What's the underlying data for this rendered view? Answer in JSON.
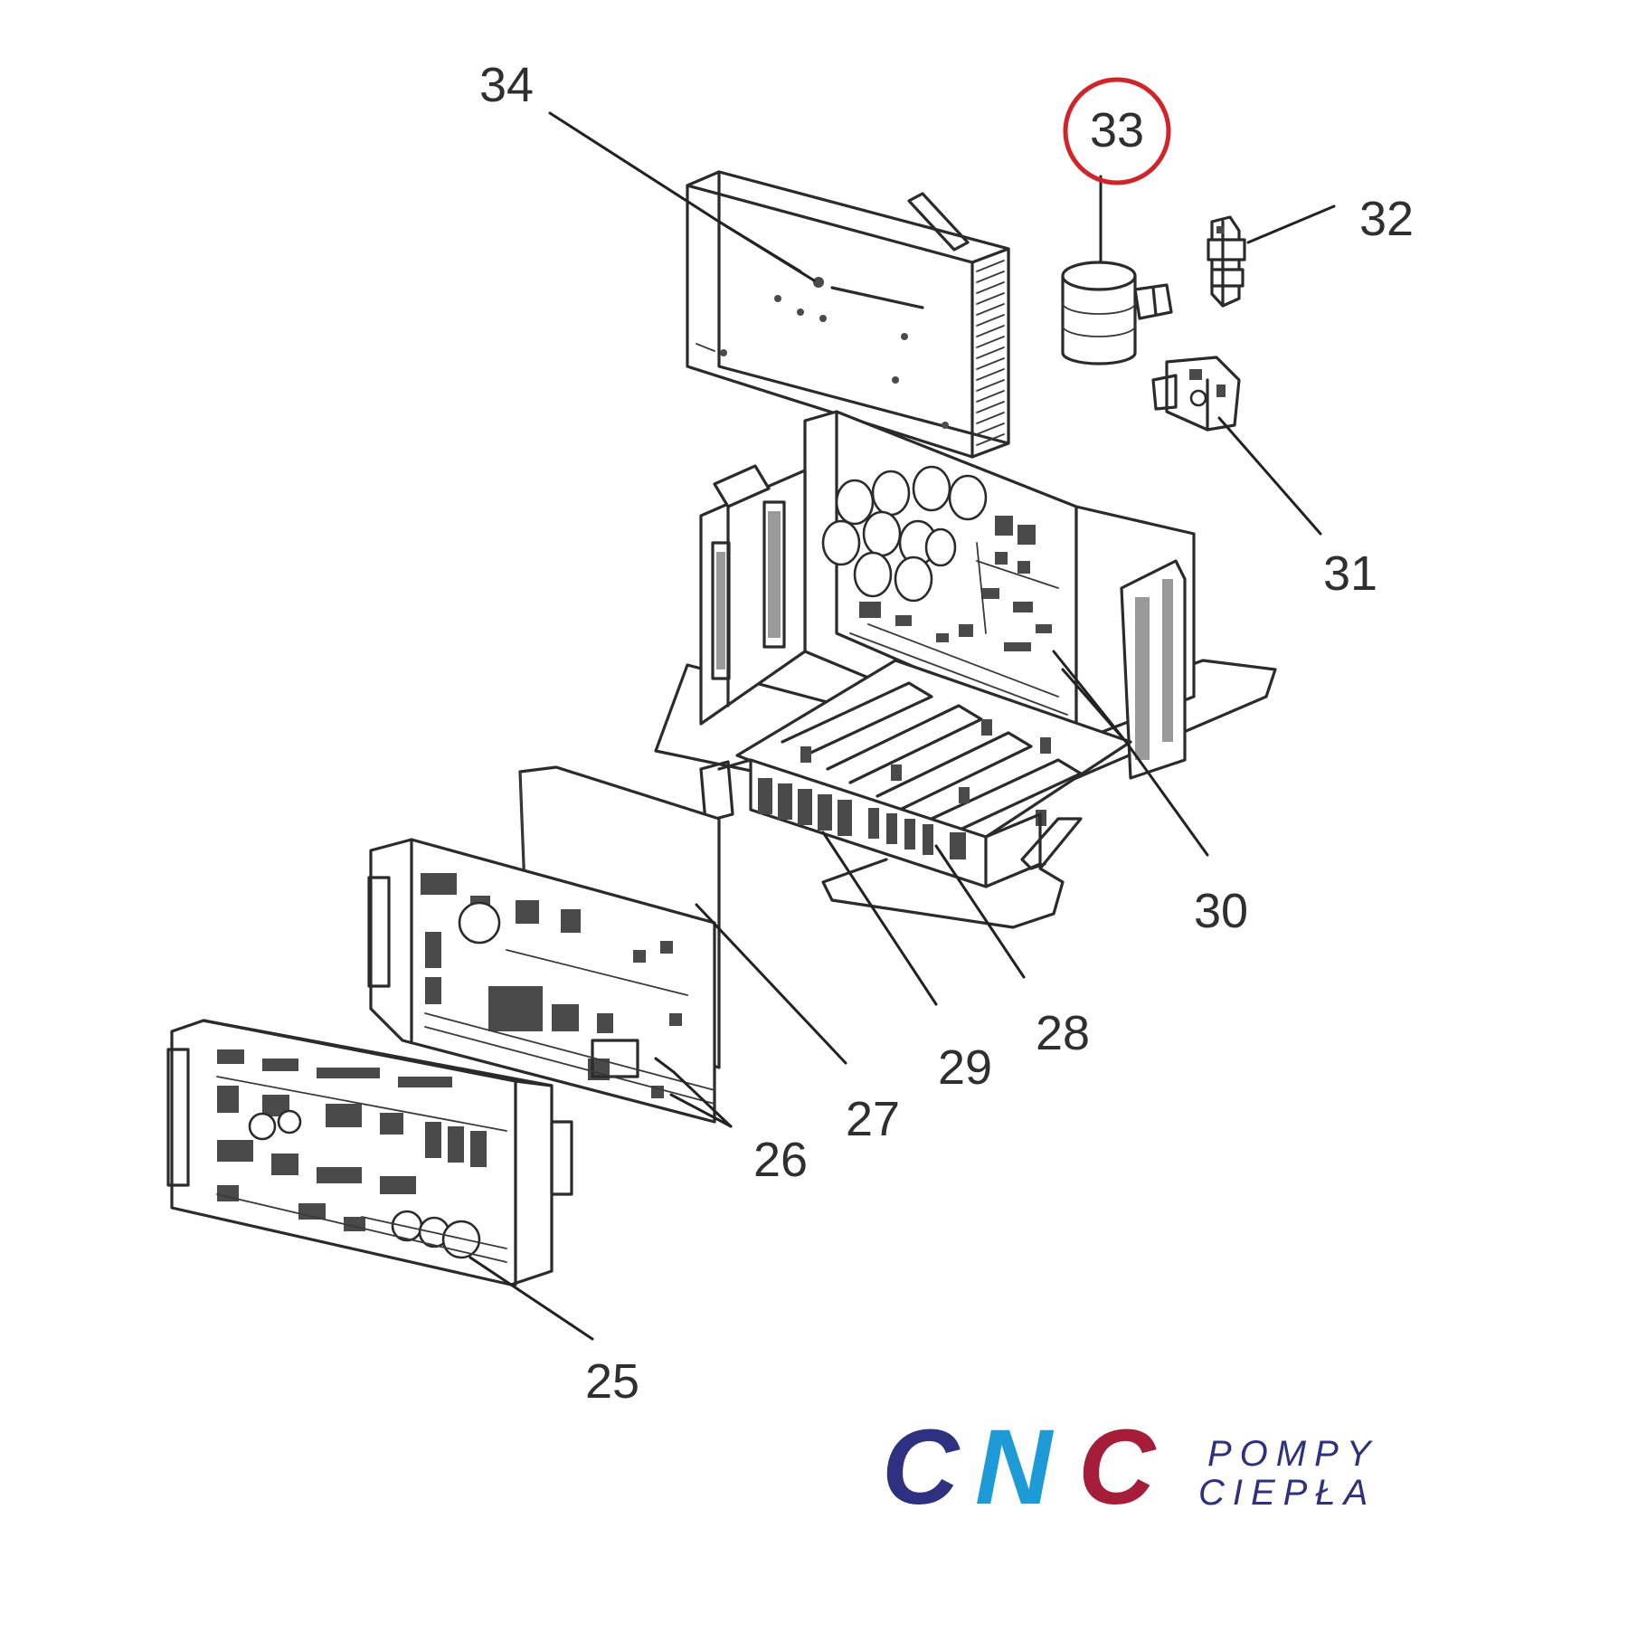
{
  "callouts": [
    {
      "id": "34",
      "label": "34"
    },
    {
      "id": "33",
      "label": "33",
      "highlighted": true
    },
    {
      "id": "32",
      "label": "32"
    },
    {
      "id": "31",
      "label": "31"
    },
    {
      "id": "30",
      "label": "30"
    },
    {
      "id": "28",
      "label": "28"
    },
    {
      "id": "29",
      "label": "29"
    },
    {
      "id": "27",
      "label": "27"
    },
    {
      "id": "26",
      "label": "26"
    },
    {
      "id": "25",
      "label": "25"
    }
  ],
  "highlight": {
    "callout": "33",
    "color": "#d1242a"
  },
  "logo": {
    "letters": [
      "C",
      "N",
      "C"
    ],
    "letter_colors": [
      "#2e3080",
      "#1e9ad6",
      "#a51d38"
    ],
    "line1": "POMPY",
    "line2": "CIEPŁA",
    "sub_color": "#2e3080"
  }
}
